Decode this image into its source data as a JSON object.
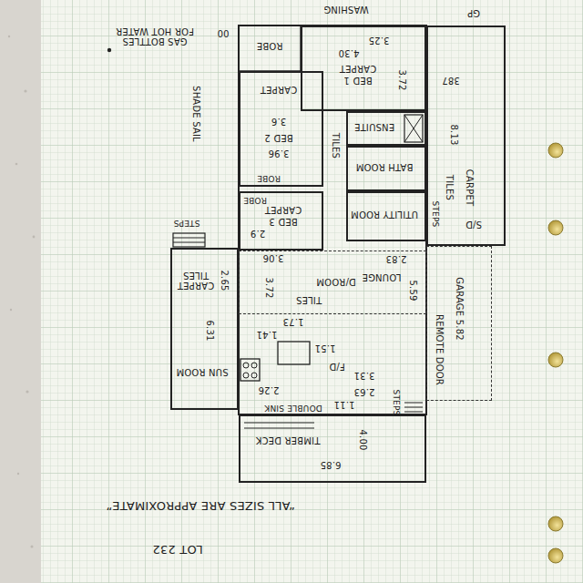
{
  "diagram": {
    "nodes": [
      {
        "text": [
          "387",
          "8.13",
          "CARPET",
          "TILES",
          "S/D"
        ]
      },
      {
        "text": [
          "4.30",
          "3.25",
          "BED 1",
          "CARPET",
          "3.72"
        ]
      },
      {
        "text": [
          "ENSUITE"
        ]
      },
      {
        "text": [
          "BATH ROOM"
        ]
      },
      {
        "text": [
          "CARPET",
          "3.6",
          "BED 2",
          "3.96"
        ]
      },
      {
        "text": [
          "UTILITY ROOM"
        ]
      },
      {
        "text": [
          "2.9",
          "BED 3",
          "CARPET"
        ]
      },
      {
        "text": [
          "LOUNGE",
          "D/ROOM",
          "TILES",
          "3.72",
          "5.59"
        ]
      },
      {
        "text": [
          "2.65",
          "CARPET TILES",
          "6.31",
          "SUN ROOM"
        ]
      },
      {
        "text": [
          "GARAGE 5.82",
          "REMOTE DOOR"
        ]
      },
      {
        "text": [
          "4.00",
          "TIMBER DECK",
          "6.85"
        ]
      }
    ],
    "labels": [
      "WASHING",
      "GP",
      "GAS BOTTLES FOR HOT WATER",
      "00",
      "ROBE",
      "SHADE SAIL",
      "TILES",
      "ROBE",
      "ROBE",
      "STEPS",
      "STEPS",
      "2.83",
      "3.06",
      "1.73",
      "1.41",
      "1.51",
      "F/D",
      "3.31",
      "2.26",
      "2.63",
      "1.11",
      "DOUBLE SINK",
      "STEPS",
      "“ALL SIZES ARE APPROXIMATE”",
      "LOT 232"
    ]
  }
}
